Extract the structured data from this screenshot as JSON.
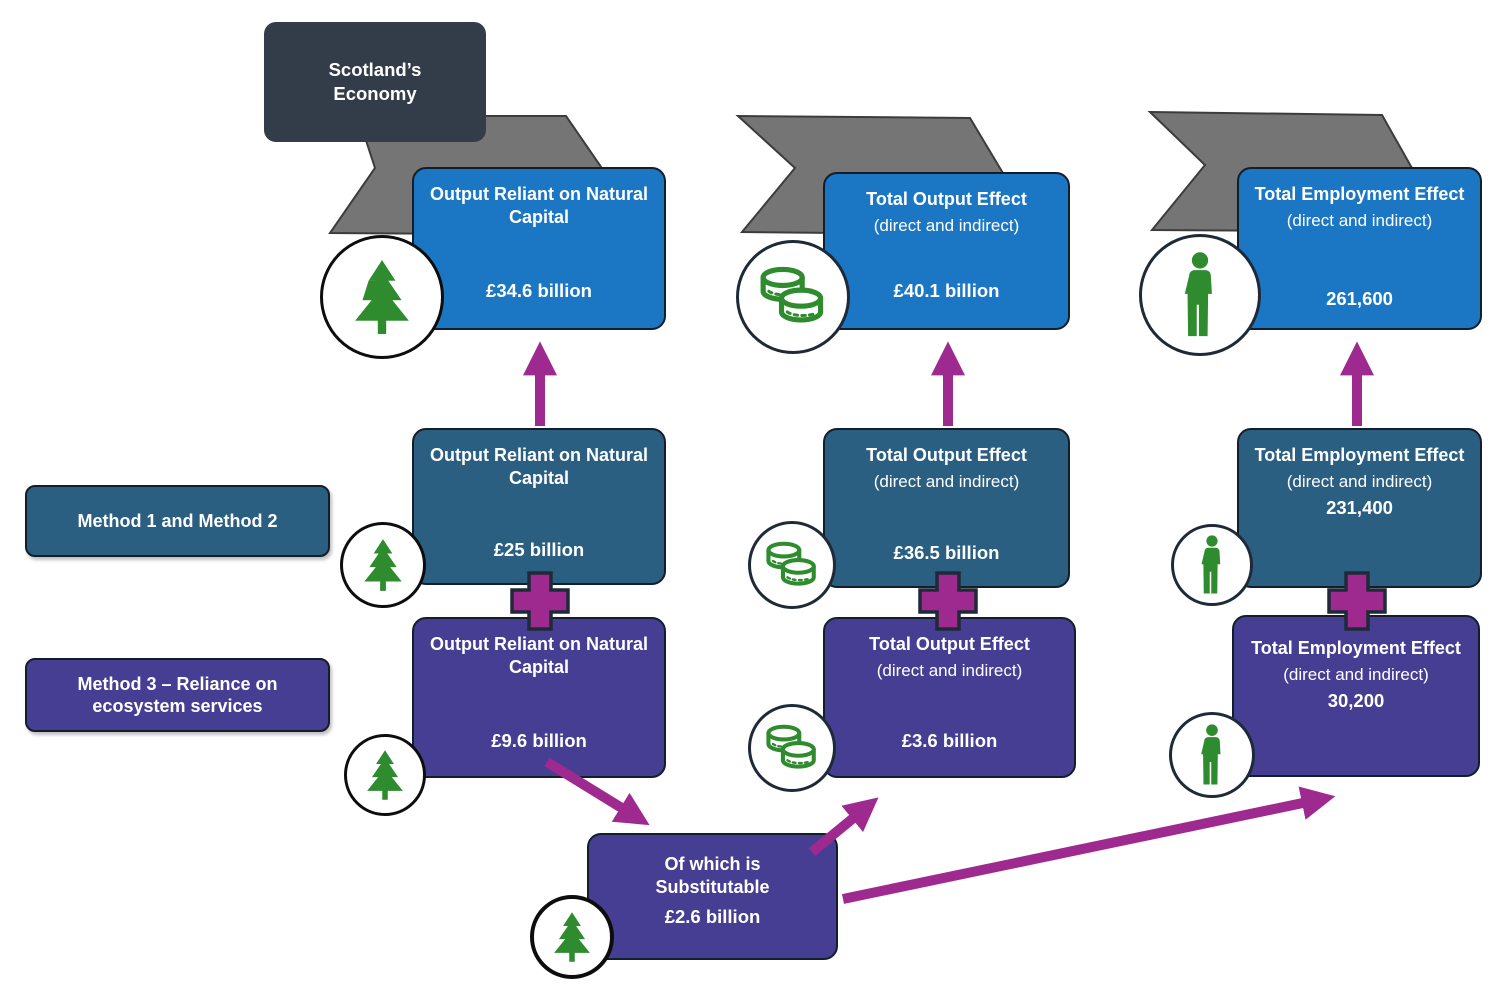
{
  "colors": {
    "blue": "#1b76c4",
    "teal": "#2b5f82",
    "purple": "#463e92",
    "dark_navy": "#323d49",
    "gray": "#757575",
    "magenta": "#9e2a90",
    "green": "#2e8b2e"
  },
  "economy": {
    "label": "Scotland’s Economy"
  },
  "methods": [
    {
      "label": "Method 1 and Method 2"
    },
    {
      "label": "Method 3 – Reliance on ecosystem services"
    }
  ],
  "columns": [
    {
      "icon": "tree",
      "top": {
        "title": "Output Reliant on Natural Capital",
        "value": "£34.6 billion"
      },
      "middle": {
        "title": "Output Reliant on Natural Capital",
        "value": "£25 billion"
      },
      "bottom": {
        "title": "Output Reliant on Natural Capital",
        "value": "£9.6 billion"
      }
    },
    {
      "icon": "coins",
      "top": {
        "title": "Total Output Effect",
        "subtitle": "(direct and indirect)",
        "value": "£40.1 billion"
      },
      "middle": {
        "title": "Total Output Effect",
        "subtitle": "(direct and indirect)",
        "value": "£36.5 billion"
      },
      "bottom": {
        "title": "Total Output Effect",
        "subtitle": "(direct and indirect)",
        "value": "£3.6 billion"
      }
    },
    {
      "icon": "person",
      "top": {
        "title": "Total Employment Effect",
        "subtitle": "(direct and indirect)",
        "value": "261,600"
      },
      "middle": {
        "title": "Total Employment Effect",
        "subtitle": "(direct and indirect)",
        "value": "231,400"
      },
      "bottom": {
        "title": "Total Employment Effect",
        "subtitle": "(direct and indirect)",
        "value": "30,200"
      }
    }
  ],
  "substitutable": {
    "title": "Of which is Substitutable",
    "value": "£2.6 billion"
  }
}
